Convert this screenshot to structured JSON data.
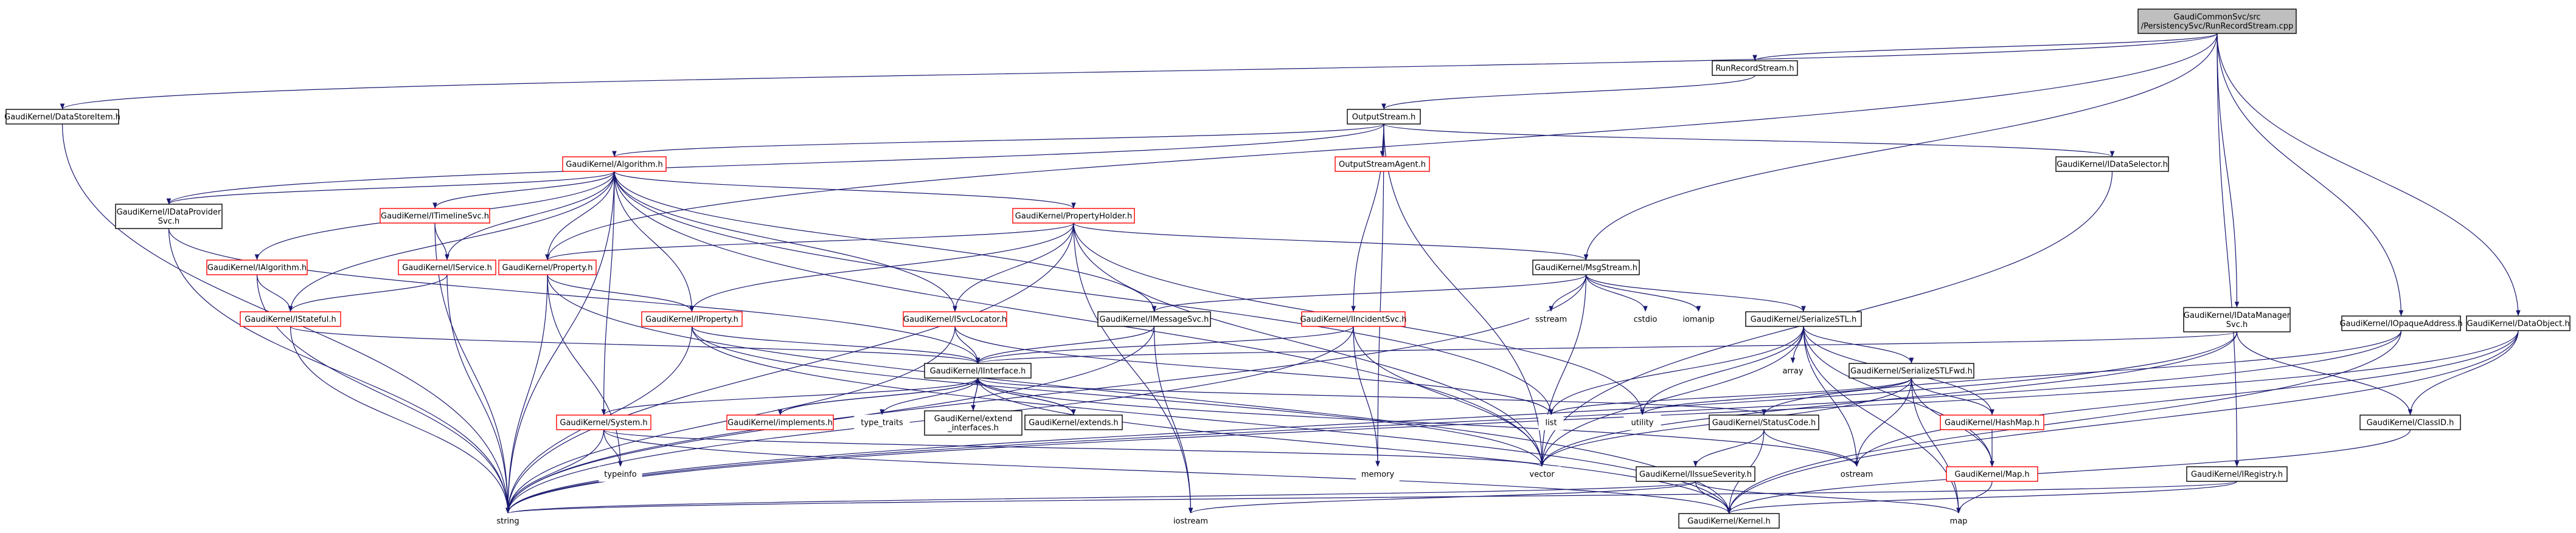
{
  "diagram": {
    "background": "#ffffff",
    "edge_color": "#191970",
    "root_fill": "#bfbfbf",
    "nodes": [
      {
        "id": "root",
        "lines": [
          "GaudiCommonSvc/src",
          "/PersistencySvc/RunRecordStream.cpp"
        ],
        "style": "root"
      },
      {
        "id": "datastoreitem",
        "lines": [
          "GaudiKernel/DataStoreItem.h"
        ],
        "style": "plain"
      },
      {
        "id": "runrecordstream",
        "lines": [
          "RunRecordStream.h"
        ],
        "style": "plain"
      },
      {
        "id": "outputstream",
        "lines": [
          "OutputStream.h"
        ],
        "style": "plain"
      },
      {
        "id": "algorithm",
        "lines": [
          "GaudiKernel/Algorithm.h"
        ],
        "style": "red"
      },
      {
        "id": "outputstreamagent",
        "lines": [
          "OutputStreamAgent.h"
        ],
        "style": "red"
      },
      {
        "id": "idataselector",
        "lines": [
          "GaudiKernel/IDataSelector.h"
        ],
        "style": "plain"
      },
      {
        "id": "idataprovidersvc",
        "lines": [
          "GaudiKernel/IDataProvider",
          "Svc.h"
        ],
        "style": "plain"
      },
      {
        "id": "itimelinesvc",
        "lines": [
          "GaudiKernel/ITimelineSvc.h"
        ],
        "style": "red"
      },
      {
        "id": "propertyholder",
        "lines": [
          "GaudiKernel/PropertyHolder.h"
        ],
        "style": "red"
      },
      {
        "id": "ialgorithm",
        "lines": [
          "GaudiKernel/IAlgorithm.h"
        ],
        "style": "red"
      },
      {
        "id": "iservice",
        "lines": [
          "GaudiKernel/IService.h"
        ],
        "style": "red"
      },
      {
        "id": "property",
        "lines": [
          "GaudiKernel/Property.h"
        ],
        "style": "red"
      },
      {
        "id": "msgstream",
        "lines": [
          "GaudiKernel/MsgStream.h"
        ],
        "style": "plain"
      },
      {
        "id": "istateful",
        "lines": [
          "GaudiKernel/IStateful.h"
        ],
        "style": "red"
      },
      {
        "id": "iproperty",
        "lines": [
          "GaudiKernel/IProperty.h"
        ],
        "style": "red"
      },
      {
        "id": "isvclocator",
        "lines": [
          "GaudiKernel/ISvcLocator.h"
        ],
        "style": "red"
      },
      {
        "id": "imessagesvc",
        "lines": [
          "GaudiKernel/IMessageSvc.h"
        ],
        "style": "plain"
      },
      {
        "id": "iincidentsvc",
        "lines": [
          "GaudiKernel/IIncidentSvc.h"
        ],
        "style": "red"
      },
      {
        "id": "serializestl",
        "lines": [
          "GaudiKernel/SerializeSTL.h"
        ],
        "style": "plain"
      },
      {
        "id": "idatamanagersvc",
        "lines": [
          "GaudiKernel/IDataManager",
          "Svc.h"
        ],
        "style": "plain"
      },
      {
        "id": "iopaqueaddress",
        "lines": [
          "GaudiKernel/IOpaqueAddress.h"
        ],
        "style": "plain"
      },
      {
        "id": "dataobject",
        "lines": [
          "GaudiKernel/DataObject.h"
        ],
        "style": "plain"
      },
      {
        "id": "sstream",
        "lines": [
          "sstream"
        ],
        "style": "leaf"
      },
      {
        "id": "cstdio",
        "lines": [
          "cstdio"
        ],
        "style": "leaf"
      },
      {
        "id": "iomanip",
        "lines": [
          "iomanip"
        ],
        "style": "leaf"
      },
      {
        "id": "iinterface",
        "lines": [
          "GaudiKernel/IInterface.h"
        ],
        "style": "plain"
      },
      {
        "id": "array",
        "lines": [
          "array"
        ],
        "style": "leaf"
      },
      {
        "id": "serializestlfwd",
        "lines": [
          "GaudiKernel/SerializeSTLFwd.h"
        ],
        "style": "plain"
      },
      {
        "id": "system",
        "lines": [
          "GaudiKernel/System.h"
        ],
        "style": "red"
      },
      {
        "id": "implements",
        "lines": [
          "GaudiKernel/implements.h"
        ],
        "style": "red"
      },
      {
        "id": "type_traits",
        "lines": [
          "type_traits"
        ],
        "style": "leaf"
      },
      {
        "id": "extend_interfaces",
        "lines": [
          "GaudiKernel/extend",
          "_interfaces.h"
        ],
        "style": "plain"
      },
      {
        "id": "extends",
        "lines": [
          "GaudiKernel/extends.h"
        ],
        "style": "plain"
      },
      {
        "id": "list",
        "lines": [
          "list"
        ],
        "style": "leaf"
      },
      {
        "id": "utility",
        "lines": [
          "utility"
        ],
        "style": "leaf"
      },
      {
        "id": "statuscode",
        "lines": [
          "GaudiKernel/StatusCode.h"
        ],
        "style": "plain"
      },
      {
        "id": "hashmap",
        "lines": [
          "GaudiKernel/HashMap.h"
        ],
        "style": "red"
      },
      {
        "id": "classid",
        "lines": [
          "GaudiKernel/ClassID.h"
        ],
        "style": "plain"
      },
      {
        "id": "typeinfo",
        "lines": [
          "typeinfo"
        ],
        "style": "leaf"
      },
      {
        "id": "memory",
        "lines": [
          "memory"
        ],
        "style": "leaf"
      },
      {
        "id": "vector",
        "lines": [
          "vector"
        ],
        "style": "leaf"
      },
      {
        "id": "ostream",
        "lines": [
          "ostream"
        ],
        "style": "leaf"
      },
      {
        "id": "iissueseverity",
        "lines": [
          "GaudiKernel/IIssueSeverity.h"
        ],
        "style": "plain"
      },
      {
        "id": "map_h",
        "lines": [
          "GaudiKernel/Map.h"
        ],
        "style": "red"
      },
      {
        "id": "iregistry",
        "lines": [
          "GaudiKernel/IRegistry.h"
        ],
        "style": "plain"
      },
      {
        "id": "string",
        "lines": [
          "string"
        ],
        "style": "leaf"
      },
      {
        "id": "iostream",
        "lines": [
          "iostream"
        ],
        "style": "leaf"
      },
      {
        "id": "kernel",
        "lines": [
          "GaudiKernel/Kernel.h"
        ],
        "style": "plain"
      },
      {
        "id": "map",
        "lines": [
          "map"
        ],
        "style": "leaf"
      }
    ],
    "edges": [
      [
        "root",
        "datastoreitem"
      ],
      [
        "root",
        "runrecordstream"
      ],
      [
        "root",
        "msgstream"
      ],
      [
        "root",
        "idatamanagersvc"
      ],
      [
        "root",
        "iopaqueaddress"
      ],
      [
        "root",
        "dataobject"
      ],
      [
        "root",
        "iregistry"
      ],
      [
        "root",
        "property"
      ],
      [
        "datastoreitem",
        "string"
      ],
      [
        "runrecordstream",
        "outputstream"
      ],
      [
        "outputstream",
        "algorithm"
      ],
      [
        "outputstream",
        "outputstreamagent"
      ],
      [
        "outputstream",
        "idataselector"
      ],
      [
        "outputstream",
        "idataprovidersvc"
      ],
      [
        "outputstream",
        "iincidentsvc"
      ],
      [
        "outputstream",
        "memory"
      ],
      [
        "outputstream",
        "vector"
      ],
      [
        "algorithm",
        "idataprovidersvc"
      ],
      [
        "algorithm",
        "itimelinesvc"
      ],
      [
        "algorithm",
        "propertyholder"
      ],
      [
        "algorithm",
        "ialgorithm"
      ],
      [
        "algorithm",
        "iservice"
      ],
      [
        "algorithm",
        "property"
      ],
      [
        "algorithm",
        "istateful"
      ],
      [
        "algorithm",
        "iproperty"
      ],
      [
        "algorithm",
        "isvclocator"
      ],
      [
        "algorithm",
        "imessagesvc"
      ],
      [
        "algorithm",
        "system"
      ],
      [
        "algorithm",
        "string"
      ],
      [
        "algorithm",
        "vector"
      ],
      [
        "algorithm",
        "list"
      ],
      [
        "idataselector",
        "vector"
      ],
      [
        "idataprovidersvc",
        "iinterface"
      ],
      [
        "idataprovidersvc",
        "string"
      ],
      [
        "itimelinesvc",
        "iservice"
      ],
      [
        "itimelinesvc",
        "string"
      ],
      [
        "propertyholder",
        "property"
      ],
      [
        "propertyholder",
        "iproperty"
      ],
      [
        "propertyholder",
        "msgstream"
      ],
      [
        "propertyholder",
        "isvclocator"
      ],
      [
        "propertyholder",
        "string"
      ],
      [
        "propertyholder",
        "vector"
      ],
      [
        "propertyholder",
        "iostream"
      ],
      [
        "propertyholder",
        "utility"
      ],
      [
        "ialgorithm",
        "istateful"
      ],
      [
        "ialgorithm",
        "string"
      ],
      [
        "iservice",
        "istateful"
      ],
      [
        "iservice",
        "string"
      ],
      [
        "property",
        "iproperty"
      ],
      [
        "property",
        "string"
      ],
      [
        "property",
        "typeinfo"
      ],
      [
        "property",
        "kernel"
      ],
      [
        "msgstream",
        "imessagesvc"
      ],
      [
        "msgstream",
        "serializestl"
      ],
      [
        "msgstream",
        "sstream"
      ],
      [
        "msgstream",
        "cstdio"
      ],
      [
        "msgstream",
        "iomanip"
      ],
      [
        "msgstream",
        "string"
      ],
      [
        "msgstream",
        "vector"
      ],
      [
        "istateful",
        "iinterface"
      ],
      [
        "istateful",
        "string"
      ],
      [
        "iproperty",
        "iinterface"
      ],
      [
        "iproperty",
        "string"
      ],
      [
        "iproperty",
        "vector"
      ],
      [
        "iproperty",
        "kernel"
      ],
      [
        "isvclocator",
        "iinterface"
      ],
      [
        "isvclocator",
        "string"
      ],
      [
        "isvclocator",
        "list"
      ],
      [
        "imessagesvc",
        "iinterface"
      ],
      [
        "imessagesvc",
        "string"
      ],
      [
        "imessagesvc",
        "iostream"
      ],
      [
        "iincidentsvc",
        "iinterface"
      ],
      [
        "iincidentsvc",
        "string"
      ],
      [
        "iincidentsvc",
        "vector"
      ],
      [
        "iincidentsvc",
        "memory"
      ],
      [
        "serializestl",
        "array"
      ],
      [
        "serializestl",
        "serializestlfwd"
      ],
      [
        "serializestl",
        "list"
      ],
      [
        "serializestl",
        "utility"
      ],
      [
        "serializestl",
        "hashmap"
      ],
      [
        "serializestl",
        "map_h"
      ],
      [
        "serializestl",
        "ostream"
      ],
      [
        "serializestl",
        "vector"
      ],
      [
        "serializestl",
        "map"
      ],
      [
        "idatamanagersvc",
        "iinterface"
      ],
      [
        "idatamanagersvc",
        "classid"
      ],
      [
        "idatamanagersvc",
        "string"
      ],
      [
        "idatamanagersvc",
        "vector"
      ],
      [
        "iopaqueaddress",
        "statuscode"
      ],
      [
        "iopaqueaddress",
        "string"
      ],
      [
        "iopaqueaddress",
        "kernel"
      ],
      [
        "dataobject",
        "classid"
      ],
      [
        "dataobject",
        "string"
      ],
      [
        "dataobject",
        "ostream"
      ],
      [
        "dataobject",
        "kernel"
      ],
      [
        "iinterface",
        "system"
      ],
      [
        "iinterface",
        "implements"
      ],
      [
        "iinterface",
        "type_traits"
      ],
      [
        "iinterface",
        "extend_interfaces"
      ],
      [
        "iinterface",
        "extends"
      ],
      [
        "iinterface",
        "statuscode"
      ],
      [
        "iinterface",
        "kernel"
      ],
      [
        "iinterface",
        "ostream"
      ],
      [
        "implements",
        "iinterface"
      ],
      [
        "extend_interfaces",
        "iinterface"
      ],
      [
        "extends",
        "iinterface"
      ],
      [
        "serializestlfwd",
        "list"
      ],
      [
        "serializestlfwd",
        "utility"
      ],
      [
        "serializestlfwd",
        "hashmap"
      ],
      [
        "serializestlfwd",
        "map_h"
      ],
      [
        "serializestlfwd",
        "vector"
      ],
      [
        "serializestlfwd",
        "ostream"
      ],
      [
        "serializestlfwd",
        "map"
      ],
      [
        "system",
        "typeinfo"
      ],
      [
        "system",
        "string"
      ],
      [
        "system",
        "vector"
      ],
      [
        "system",
        "kernel"
      ],
      [
        "statuscode",
        "iissueseverity"
      ],
      [
        "statuscode",
        "ostream"
      ],
      [
        "statuscode",
        "kernel"
      ],
      [
        "hashmap",
        "map_h"
      ],
      [
        "map_h",
        "map"
      ],
      [
        "classid",
        "kernel"
      ],
      [
        "iissueseverity",
        "string"
      ],
      [
        "iissueseverity",
        "iostream"
      ],
      [
        "iissueseverity",
        "map"
      ],
      [
        "iissueseverity",
        "kernel"
      ],
      [
        "iregistry",
        "string"
      ],
      [
        "iregistry",
        "kernel"
      ]
    ]
  }
}
